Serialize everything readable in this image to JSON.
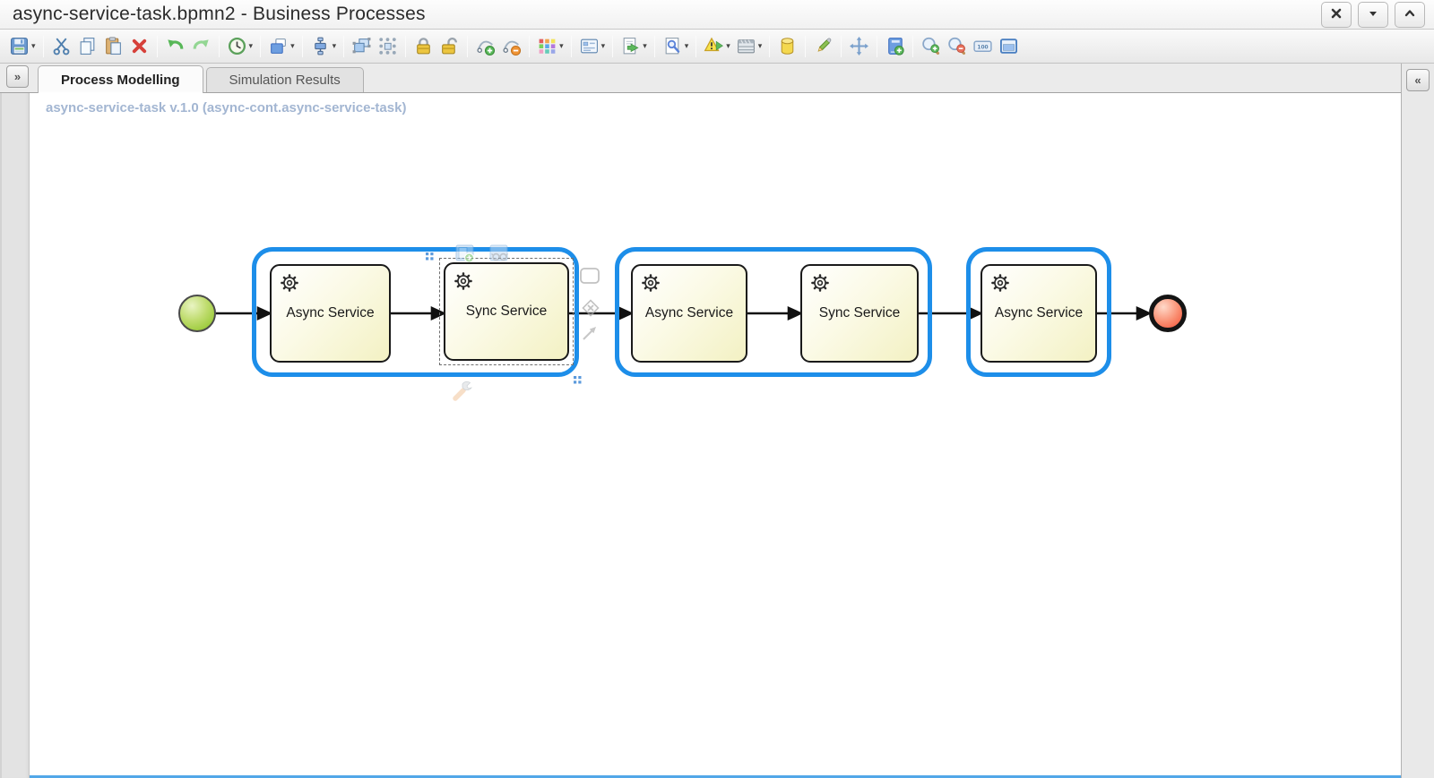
{
  "window": {
    "title": "async-service-task.bpmn2 - Business Processes",
    "controls": [
      {
        "name": "close",
        "icon": "close-icon"
      },
      {
        "name": "collapse-down",
        "icon": "chevron-down-icon"
      },
      {
        "name": "collapse-up",
        "icon": "chevron-up-icon"
      }
    ]
  },
  "toolbar": {
    "items": [
      {
        "name": "save",
        "caret": true
      },
      {
        "separator": true
      },
      {
        "name": "cut"
      },
      {
        "name": "copy"
      },
      {
        "name": "paste"
      },
      {
        "name": "delete"
      },
      {
        "separator": true
      },
      {
        "name": "undo"
      },
      {
        "name": "redo"
      },
      {
        "separator": true
      },
      {
        "name": "history",
        "caret": true
      },
      {
        "separator": true
      },
      {
        "name": "z-order",
        "caret": true
      },
      {
        "separator": true
      },
      {
        "name": "align",
        "caret": true
      },
      {
        "separator": true
      },
      {
        "name": "group"
      },
      {
        "name": "ungroup"
      },
      {
        "separator": true
      },
      {
        "name": "lock"
      },
      {
        "name": "unlock"
      },
      {
        "separator": true
      },
      {
        "name": "add-docker"
      },
      {
        "name": "remove-docker"
      },
      {
        "separator": true
      },
      {
        "name": "colors",
        "caret": true
      },
      {
        "separator": true
      },
      {
        "name": "properties",
        "caret": true
      },
      {
        "separator": true
      },
      {
        "name": "export",
        "caret": true
      },
      {
        "separator": true
      },
      {
        "name": "validate",
        "caret": true
      },
      {
        "separator": true
      },
      {
        "name": "issues",
        "caret": true
      },
      {
        "name": "simulation",
        "caret": true
      },
      {
        "separator": true
      },
      {
        "name": "service-repository"
      },
      {
        "separator": true
      },
      {
        "name": "edit"
      },
      {
        "separator": true
      },
      {
        "name": "pan"
      },
      {
        "separator": true
      },
      {
        "name": "dictionary"
      },
      {
        "separator": true
      },
      {
        "name": "zoom-in"
      },
      {
        "name": "zoom-out"
      },
      {
        "name": "zoom-100"
      },
      {
        "name": "zoom-fit"
      }
    ]
  },
  "tabs": [
    {
      "label": "Process Modelling",
      "active": true
    },
    {
      "label": "Simulation Results",
      "active": false
    }
  ],
  "panel_toggles": {
    "palette_expand": "»",
    "panel_collapse": "«"
  },
  "canvas": {
    "heading": "async-service-task v.1.0 (async-cont.async-service-task)"
  },
  "diagram": {
    "start_event": {
      "name": "start-event",
      "fill": "#9ccb3c"
    },
    "end_event": {
      "name": "end-event",
      "fill": "#f35036"
    },
    "tasks": [
      {
        "label": "Async Service"
      },
      {
        "label": "Sync Service",
        "selected": true
      },
      {
        "label": "Async Service"
      },
      {
        "label": "Sync Service"
      },
      {
        "label": "Async Service"
      }
    ],
    "colors": {
      "container_blue": "#1d8ee9",
      "task_fill": "#f3f1c3",
      "task_border": "#1a1a1a",
      "selection_dash": "#6e6e6e"
    }
  }
}
